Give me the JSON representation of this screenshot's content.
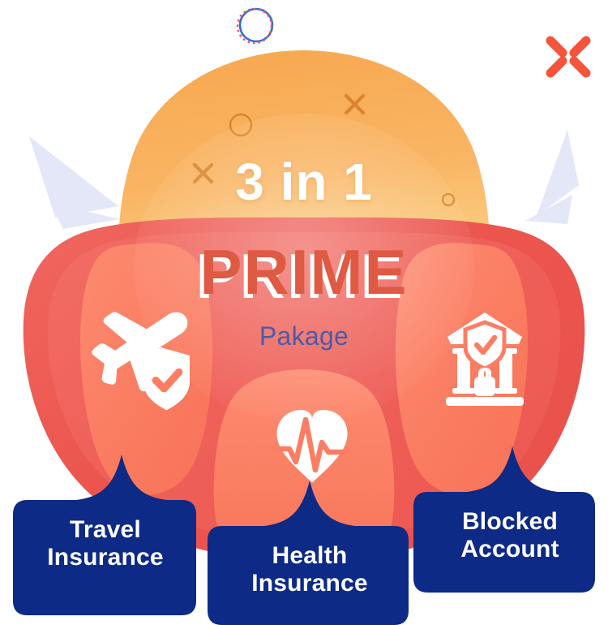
{
  "graphic": {
    "headline": "3 in 1",
    "title": "PRIME",
    "subtitle": "Pakage",
    "colors": {
      "orange_top": "#F9AE5A",
      "orange_bottom": "#FBE6A4",
      "outer_red": "#ED554F",
      "outer_red_light": "#F06A63",
      "petal_coral": "#FB7E64",
      "petal_coral_light": "#FC8A6E",
      "badge_navy": "#0C2A86",
      "title_red": "#DF5A43",
      "subtitle_blue": "#4B5CA6",
      "accent_lavender": "#E4E7F7",
      "sparkle_red": "#F5543B",
      "deco_orange": "#D9852E",
      "deco_blue": "#2F6FD0",
      "deco_pink": "#F0556B",
      "icon_white": "#FFFFFF"
    },
    "decorations": [
      {
        "name": "dotted-ring",
        "position": "top-center"
      },
      {
        "name": "sparkle-x",
        "position": "top-right"
      },
      {
        "name": "speed-lines-left",
        "position": "left"
      },
      {
        "name": "speed-lines-right",
        "position": "right"
      },
      {
        "name": "circle-outline",
        "position": "blob-upper-left"
      },
      {
        "name": "circle-outline-small",
        "position": "blob-right"
      },
      {
        "name": "sparkle-small",
        "position": "blob-upper-right"
      },
      {
        "name": "sparkle-small",
        "position": "blob-left"
      }
    ]
  },
  "petals": [
    {
      "id": "travel",
      "icon": "airplane-shield-icon",
      "side": "left"
    },
    {
      "id": "health",
      "icon": "heart-pulse-icon",
      "side": "center"
    },
    {
      "id": "blocked",
      "icon": "bank-lock-shield-icon",
      "side": "right"
    }
  ],
  "badges": [
    {
      "id": "travel",
      "line1": "Travel",
      "line2": "Insurance"
    },
    {
      "id": "health",
      "line1": "Health",
      "line2": "Insurance"
    },
    {
      "id": "blocked",
      "line1": "Blocked",
      "line2": "Account"
    }
  ]
}
